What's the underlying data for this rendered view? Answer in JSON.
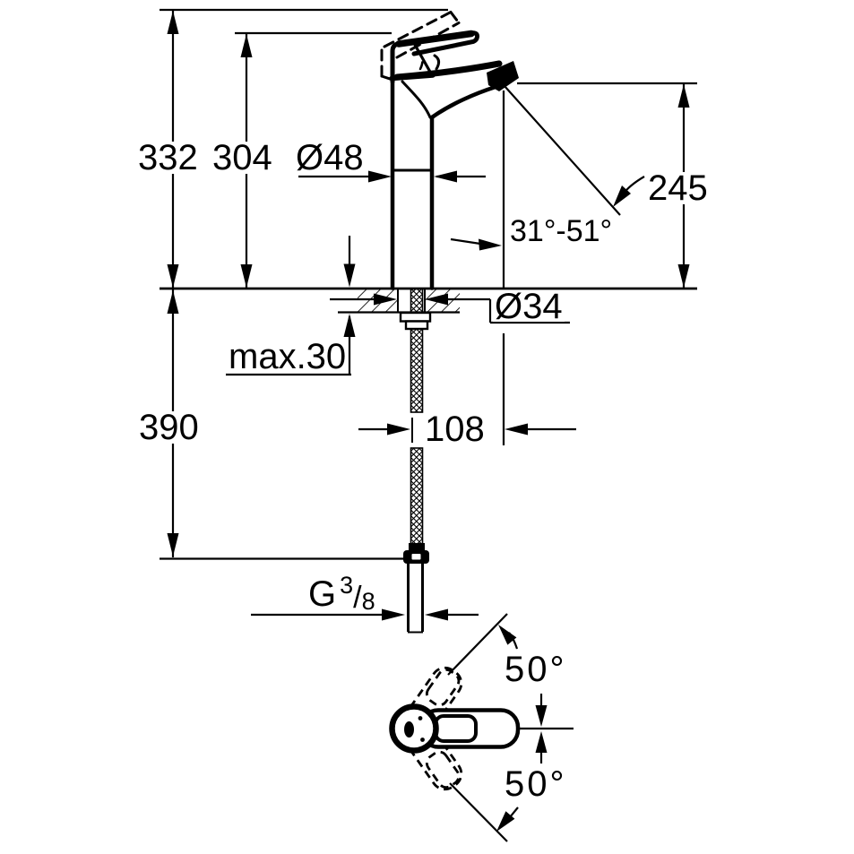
{
  "colors": {
    "background": "#ffffff",
    "line": "#000000"
  },
  "side_view": {
    "overall_height": "332",
    "height_to_handle": "304",
    "body_diameter": "Ø48",
    "spout_height": "245",
    "spout_angle_range": "31°-51°",
    "hole_diameter": "Ø34",
    "max_deck_thickness": "max.30",
    "length_below_deck": "390",
    "spout_projection": "108",
    "thread": {
      "prefix": "G",
      "numerator": "3",
      "slash": "/",
      "denominator": "8"
    }
  },
  "top_view": {
    "handle_swing_up": "50°",
    "handle_swing_down": "50°"
  }
}
